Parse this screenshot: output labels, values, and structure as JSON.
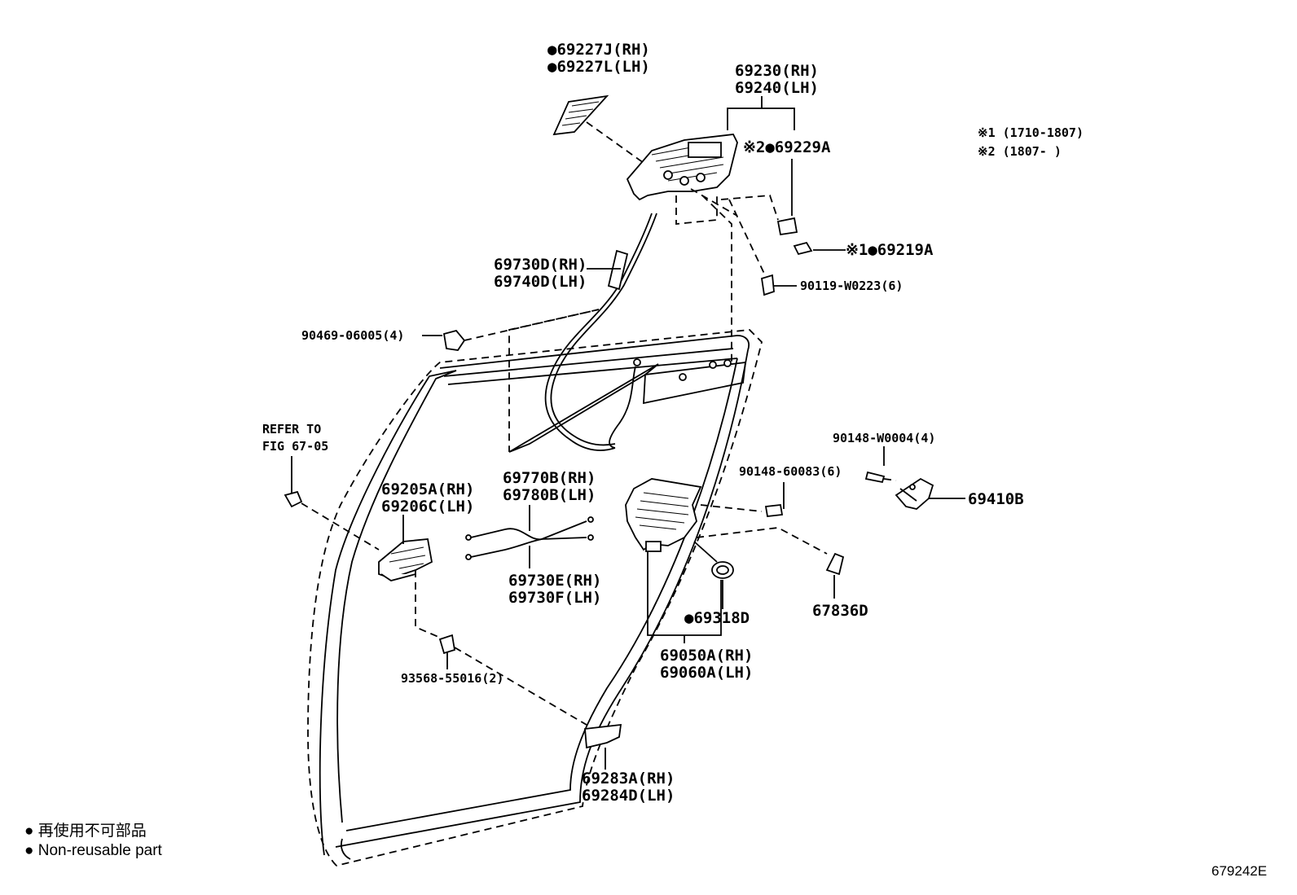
{
  "callouts": {
    "c69227": [
      "●69227J(RH)",
      "●69227L(LH)"
    ],
    "c69230": [
      "69230(RH)",
      "69240(LH)"
    ],
    "c69229": "※2●69229A",
    "c69219": "※1●69219A",
    "c90119": "90119-W0223(6)",
    "c69730d": [
      "69730D(RH)",
      "69740D(LH)"
    ],
    "c90469": "90469-06005(4)",
    "refer": [
      "REFER TO",
      "FIG 67-05"
    ],
    "c69205": [
      "69205A(RH)",
      "69206C(LH)"
    ],
    "c69770": [
      "69770B(RH)",
      "69780B(LH)"
    ],
    "c69730e": [
      "69730E(RH)",
      "69730F(LH)"
    ],
    "c90148w": "90148-W0004(4)",
    "c90148": "90148-60083(6)",
    "c69410": "69410B",
    "c69318": "●69318D",
    "c67836": "67836D",
    "c69050": [
      "69050A(RH)",
      "69060A(LH)"
    ],
    "c93568": "93568-55016(2)",
    "c69283": [
      "69283A(RH)",
      "69284D(LH)"
    ]
  },
  "notes": [
    "※1 (1710-1807)",
    "※2 (1807-      )"
  ],
  "legend": [
    "● 再使用不可部品",
    "● Non-reusable part"
  ],
  "figure_code": "679242E"
}
